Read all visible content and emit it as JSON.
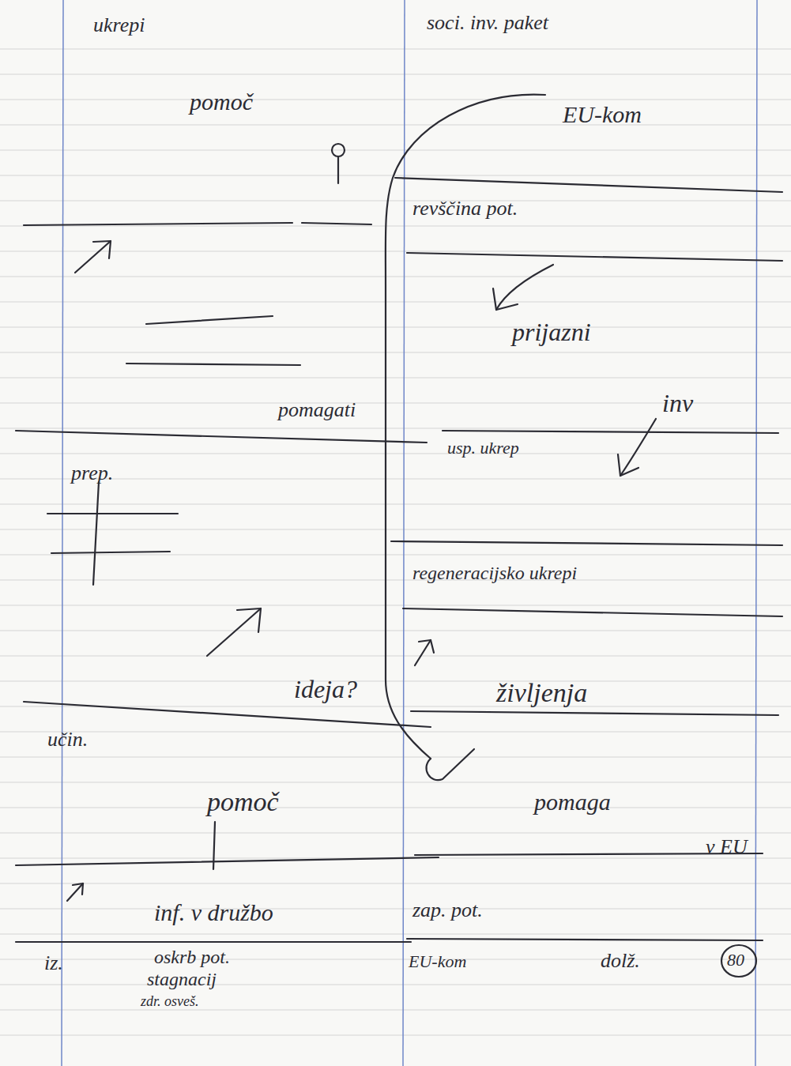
{
  "diagram": {
    "labels": [
      "ukrepi",
      "pomoč",
      "pomagati",
      "prep.",
      "ideja?",
      "učin.",
      "pomoč",
      "inf. v družbo",
      "iz.",
      "oskrb pot.",
      "stagnacij",
      "zdr. osveš.",
      "soci. inv. paket",
      "EU-kom",
      "revščina pot.",
      "prijazni",
      "inv",
      "usp. ukrep",
      "regeneracijsko ukrepi",
      "življenja",
      "pomaga",
      "v EU",
      "zap. pot.",
      "EU-kom",
      "dolž.",
      "80"
    ]
  }
}
